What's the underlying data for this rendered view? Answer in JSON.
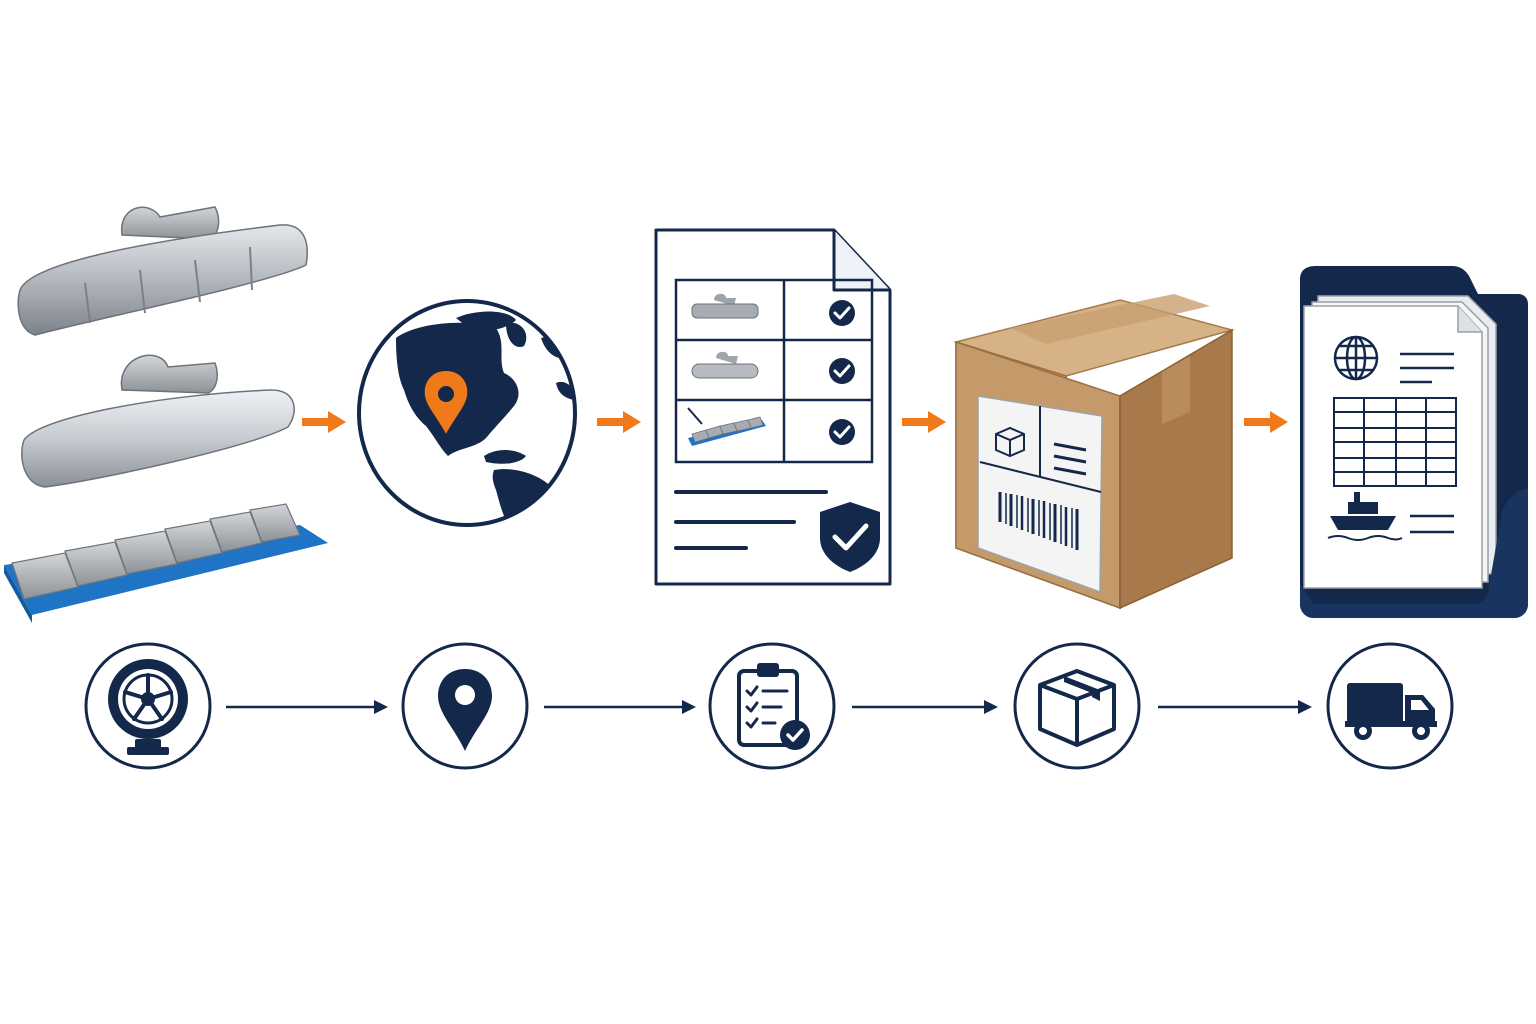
{
  "colors": {
    "navy": "#13284a",
    "orange": "#f07a1a",
    "cardboard": "#c49a6a",
    "metal": "#b9bec4",
    "foam_blue": "#1f74c6",
    "paper": "#ffffff"
  },
  "top_row": [
    {
      "name": "wheel-weights",
      "icon": "wheel-weights-illustration"
    },
    {
      "name": "origin-globe",
      "icon": "globe-with-location-pin"
    },
    {
      "name": "inspection-document",
      "icon": "checklist-document-with-shield"
    },
    {
      "name": "packaged-box",
      "icon": "cardboard-box-with-label"
    },
    {
      "name": "shipping-documents",
      "icon": "document-folder-with-ship"
    }
  ],
  "bottom_row": [
    {
      "name": "wheel",
      "icon": "wheel-icon"
    },
    {
      "name": "location",
      "icon": "location-pin-icon"
    },
    {
      "name": "checklist",
      "icon": "clipboard-check-icon"
    },
    {
      "name": "package",
      "icon": "package-icon"
    },
    {
      "name": "delivery",
      "icon": "truck-icon"
    }
  ]
}
